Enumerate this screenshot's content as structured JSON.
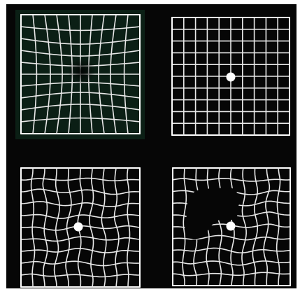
{
  "figure": {
    "background_color": "#060606",
    "frame_color": "#ffffff",
    "grid_line_color": "#e8e8e8",
    "fixation_dot_color": "#ffffff",
    "panels": [
      {
        "id": "top-left",
        "distortion": "pincushion",
        "tint": "#0b1f15",
        "has_center_dot": false
      },
      {
        "id": "top-right",
        "distortion": "none",
        "tint": "#060606",
        "has_center_dot": true
      },
      {
        "id": "bottom-left",
        "distortion": "wavy",
        "tint": "#060606",
        "has_center_dot": true
      },
      {
        "id": "bottom-right",
        "distortion": "wavy-with-scotoma",
        "tint": "#060606",
        "has_center_dot": true
      }
    ]
  }
}
